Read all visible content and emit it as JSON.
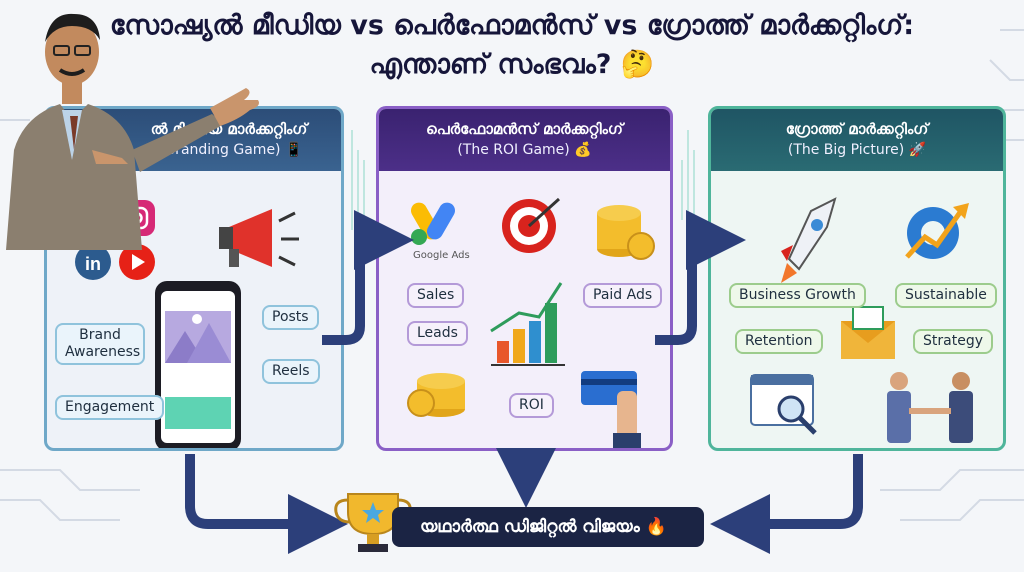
{
  "title": {
    "line1": "സോഷ്യൽ മീഡിയ vs പെർഫോമൻസ് vs ഗ്രോത്ത് മാർക്കറ്റിംഗ്:",
    "line2": "എന്താണ് സംഭവം? 🤔"
  },
  "panels": [
    {
      "heading": "ൽ മിഡിയ മാർക്കറ്റിംഗ്",
      "subheading": "Branding Game) 📱",
      "labels": [
        "Posts",
        "Brand Awareness",
        "Reels",
        "Engagement"
      ]
    },
    {
      "heading": "പെർഫോമൻസ് മാർക്കറ്റിംഗ്",
      "subheading": "(The ROI Game) 💰",
      "labels": [
        "Google Ads",
        "Sales",
        "Paid Ads",
        "Leads",
        "ROI"
      ]
    },
    {
      "heading": "ഗ്രോത്ത് മാർക്കറ്റിംഗ്",
      "subheading": "(The Big Picture) 🚀",
      "labels": [
        "Business Growth",
        "Sustainable",
        "Retention",
        "Strategy"
      ]
    }
  ],
  "result": {
    "label": "യഥാർത്ഥ ഡിജിറ്റൽ വിജയം 🔥"
  },
  "colors": {
    "panel1": "#6fa8c8",
    "panel2": "#8a5fc6",
    "panel3": "#4fb59b",
    "arrow": "#2c3f7a"
  }
}
